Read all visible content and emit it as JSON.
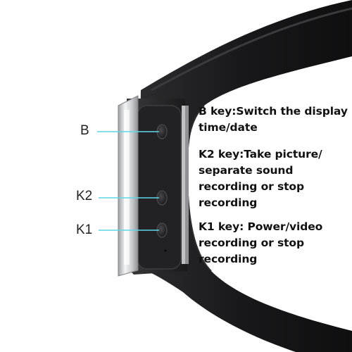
{
  "labels": [
    {
      "id": "B",
      "text": "B"
    },
    {
      "id": "K2",
      "text": "K2"
    },
    {
      "id": "K1",
      "text": "K1"
    }
  ],
  "descriptions": {
    "b_key": "B key:Switch the display\ntime/date",
    "k2_key": "K2 key:Take picture/\nseparate sound\nrecording or stop\nrecording",
    "k1_key": "K1 key: Power/video\nrecording or stop\nrecording"
  },
  "colors": {
    "band": "#1c1c1e",
    "leader_line": "#5fd6e6",
    "chrome": "#d9dadc",
    "button": "#2a2a2c"
  }
}
